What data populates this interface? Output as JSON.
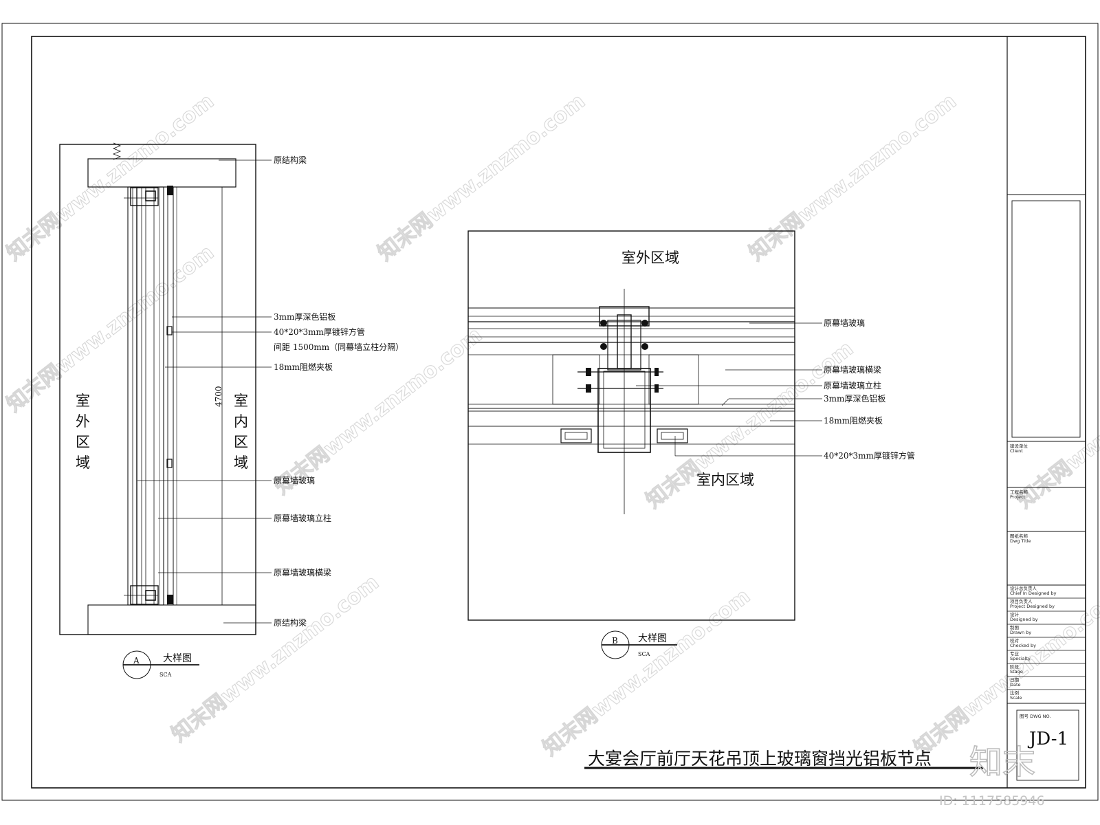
{
  "sheet": {
    "title": "大宴会厅前厅天花吊顶上玻璃窗挡光铝板节点",
    "drawing_no": "JD-1",
    "id_label": "ID: 1117585946",
    "brand_mark": "知末"
  },
  "detail_a": {
    "zone_outdoor": "室外区域",
    "zone_indoor": "室内区域",
    "dimension": "4700",
    "bubble_letter": "A",
    "bubble_title": "大样图",
    "bubble_scale": "SCA",
    "labels": [
      "原结构梁",
      "3mm厚深色铝板",
      "40*20*3mm厚镀锌方管",
      "间距 1500mm（同幕墙立柱分隔）",
      "18mm阻燃夹板",
      "原幕墙玻璃",
      "原幕墙玻璃立柱",
      "原幕墙玻璃横梁",
      "原结构梁"
    ]
  },
  "detail_b": {
    "zone_outdoor": "室外区域",
    "zone_indoor": "室内区域",
    "bubble_letter": "B",
    "bubble_title": "大样图",
    "bubble_scale": "SCA",
    "labels": [
      "原幕墙玻璃",
      "原幕墙玻璃横梁",
      "原幕墙玻璃立柱",
      "3mm厚深色铝板",
      "18mm阻燃夹板",
      "40*20*3mm厚镀锌方管"
    ]
  },
  "title_block": {
    "fields": [
      {
        "cn": "建设单位",
        "en": "Client"
      },
      {
        "cn": "工程名称",
        "en": "Project"
      },
      {
        "cn": "图纸名称",
        "en": "Dwg Title"
      },
      {
        "cn": "设计总负责人",
        "en": "Chief In Designed by"
      },
      {
        "cn": "项目负责人",
        "en": "Project Designed by"
      },
      {
        "cn": "设计",
        "en": "Designed by"
      },
      {
        "cn": "制图",
        "en": "Drawn by"
      },
      {
        "cn": "校对",
        "en": "Checked by"
      },
      {
        "cn": "专业",
        "en": "Specialty"
      },
      {
        "cn": "阶段",
        "en": "Stage"
      },
      {
        "cn": "日期",
        "en": "Date"
      },
      {
        "cn": "比例",
        "en": "Scale"
      }
    ],
    "dwg_no_label": "图号 DWG NO."
  },
  "watermark": "知末网www.znzmo.com"
}
